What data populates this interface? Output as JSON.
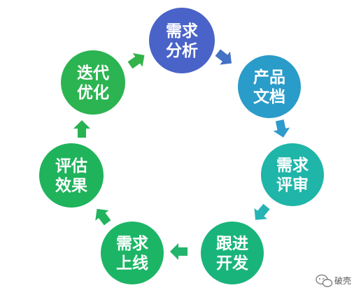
{
  "diagram": {
    "nodes": [
      {
        "id": "requirement-analysis",
        "line1": "需求",
        "line2": "分析",
        "color": "#4A63C8"
      },
      {
        "id": "product-docs",
        "line1": "产品",
        "line2": "文档",
        "color": "#2A9CC9"
      },
      {
        "id": "requirement-review",
        "line1": "需求",
        "line2": "评审",
        "color": "#1FB5A8"
      },
      {
        "id": "follow-development",
        "line1": "跟进",
        "line2": "开发",
        "color": "#19B47C"
      },
      {
        "id": "requirement-launch",
        "line1": "需求",
        "line2": "上线",
        "color": "#1CB566"
      },
      {
        "id": "evaluate-effect",
        "line1": "评估",
        "line2": "效果",
        "color": "#1FB35C"
      },
      {
        "id": "iterate-optimize",
        "line1": "迭代",
        "line2": "优化",
        "color": "#2BB451"
      }
    ],
    "arrows": [
      {
        "id": "analysis-to-docs",
        "color": "#4472C4"
      },
      {
        "id": "docs-to-review",
        "color": "#2E9BCB"
      },
      {
        "id": "review-to-dev",
        "color": "#27B3B3"
      },
      {
        "id": "dev-to-launch",
        "color": "#22B36C"
      },
      {
        "id": "launch-to-evaluate",
        "color": "#22B35E"
      },
      {
        "id": "evaluate-to-iterate",
        "color": "#27B352"
      },
      {
        "id": "iterate-to-analysis",
        "color": "#34B24A"
      }
    ]
  },
  "watermark": {
    "text": "破壳",
    "icon": "wechat-icon"
  }
}
